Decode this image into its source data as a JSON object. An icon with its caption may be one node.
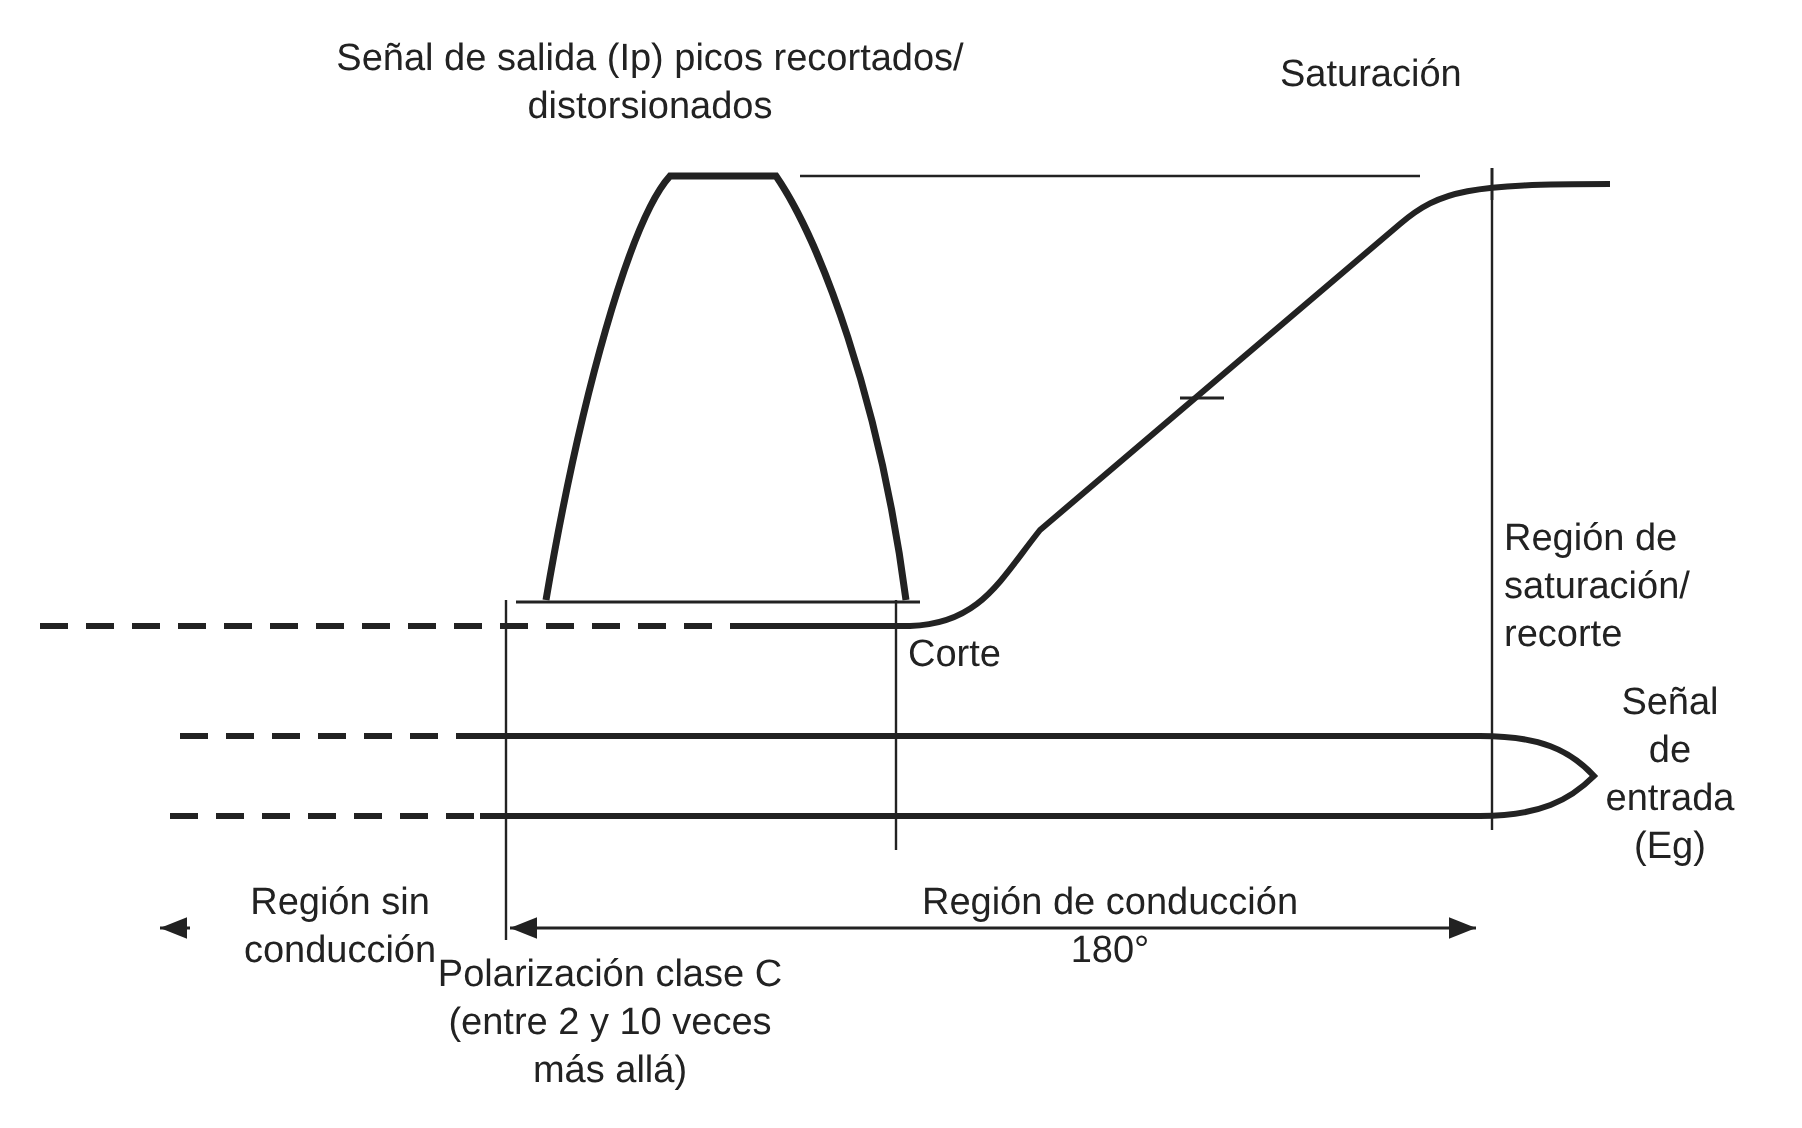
{
  "diagram": {
    "labels": [
      "Señal de salida (Ip) picos recortados/ distorsionados",
      "Saturación",
      "Región de saturación/ recorte",
      "Corte",
      "Señal de entrada (Eg)",
      "Región sin conducción",
      "Región de conducción 180°",
      "Polarización clase C (entre 2 y 10 veces más allá)"
    ]
  }
}
